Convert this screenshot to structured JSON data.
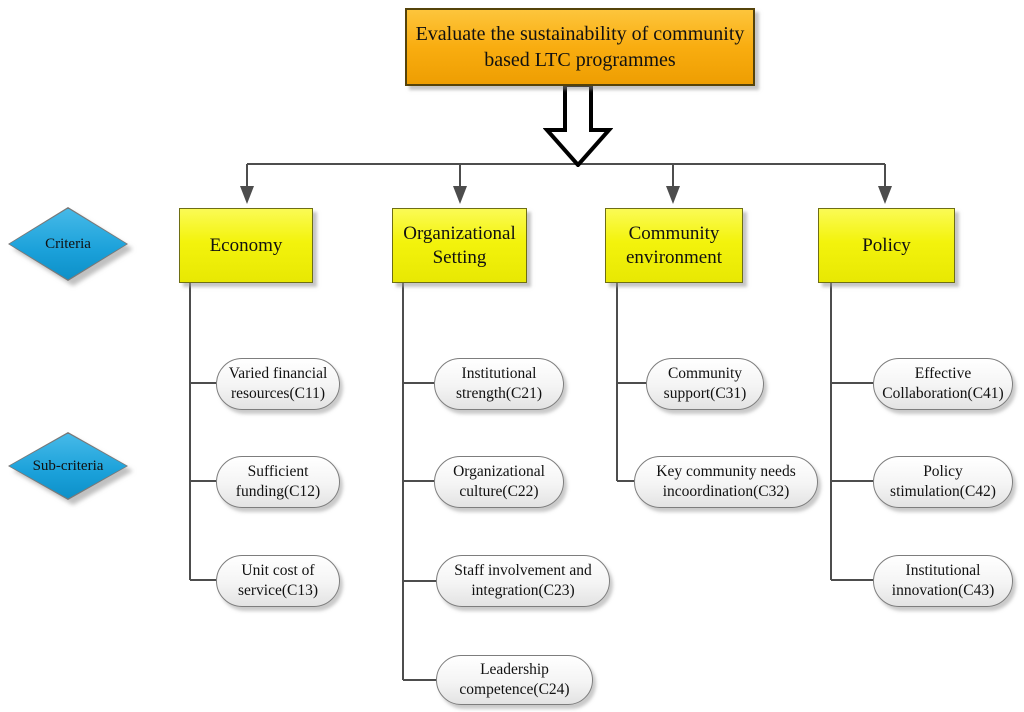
{
  "title": {
    "label": "Evaluate the sustainability of community based LTC programmes"
  },
  "levels": {
    "criteria_label": "Criteria",
    "sub_criteria_label": "Sub-criteria"
  },
  "criteria": [
    {
      "label": "Economy",
      "sub": [
        "Varied financial resources(C11)",
        "Sufficient funding(C12)",
        "Unit cost of service(C13)"
      ]
    },
    {
      "label": "Organizational Setting",
      "sub": [
        "Institutional strength(C21)",
        "Organizational culture(C22)",
        "Staff involvement and integration(C23)",
        "Leadership competence(C24)"
      ]
    },
    {
      "label": "Community environment",
      "sub": [
        "Community support(C31)",
        "Key community needs incoordination(C32)"
      ]
    },
    {
      "label": "Policy",
      "sub": [
        "Effective Collaboration(C41)",
        "Policy stimulation(C42)",
        "Institutional innovation(C43)"
      ]
    }
  ],
  "colors": {
    "root_fill": "#F6A900",
    "criteria_fill": "#F2F20D",
    "diamond_fill": "#29ABE2",
    "node_fill": "#F2F2F2",
    "line": "#4D4D4D"
  }
}
